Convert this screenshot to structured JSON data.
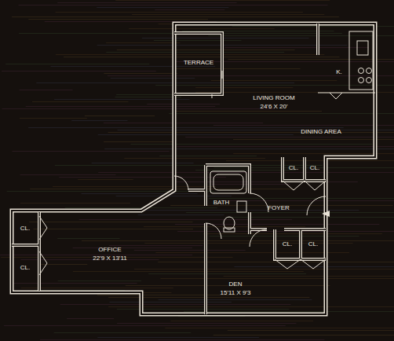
{
  "diagram": {
    "labels": [
      "TERRACE",
      "K.",
      "LIVING ROOM",
      "24'6 X 20'",
      "DINING AREA",
      "CL.",
      "CL.",
      "BATH",
      "FOYER",
      "CL.",
      "CL.",
      "CL.",
      "CL.",
      "OFFICE",
      "22'9 X 13'11",
      "DEN",
      "15'11 X 9'3"
    ]
  }
}
